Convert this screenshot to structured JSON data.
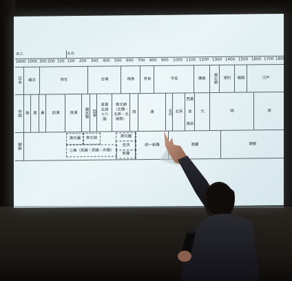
{
  "timeline": {
    "era_bc": "B.C.",
    "era_ad": "A.D.",
    "years": [
      "1600",
      "1000",
      "300",
      "200",
      "100",
      "100",
      "200",
      "300",
      "400",
      "500",
      "600",
      "700",
      "800",
      "900",
      "1000",
      "1100",
      "1200",
      "1300",
      "1400",
      "1500",
      "1600",
      "1700",
      "1800"
    ],
    "rows": {
      "japan": {
        "head": "日本",
        "cells": [
          "縄文",
          "弥生",
          "古墳",
          "飛鳥",
          "奈良",
          "平安",
          "鎌倉",
          "南北朝",
          "室町",
          "戦国",
          "江戸"
        ]
      },
      "china": {
        "head": "中国",
        "cells": [
          "殷",
          "周",
          "秦",
          "前漢",
          "後漢",
          "魏呉蜀",
          "西晋",
          "東晋 五胡 十六国",
          "南北朝（北魏・北斉・北周等）",
          "隋",
          "唐",
          "五代",
          "北宋",
          "西夏",
          "金",
          "元",
          "南宋",
          "明",
          "清"
        ]
      },
      "korea": {
        "head": "朝鮮",
        "cells": [
          "高句麗",
          "帯方郡",
          "三韓（馬韓・辰韓・弁韓）",
          "高句麗",
          "百済",
          "新羅",
          "統一新羅",
          "高麗",
          "朝鮮"
        ]
      }
    }
  },
  "colors": {
    "screen": "#e4f1f4",
    "grid": "#56636a",
    "text": "#2b3236",
    "room": "#141210"
  }
}
